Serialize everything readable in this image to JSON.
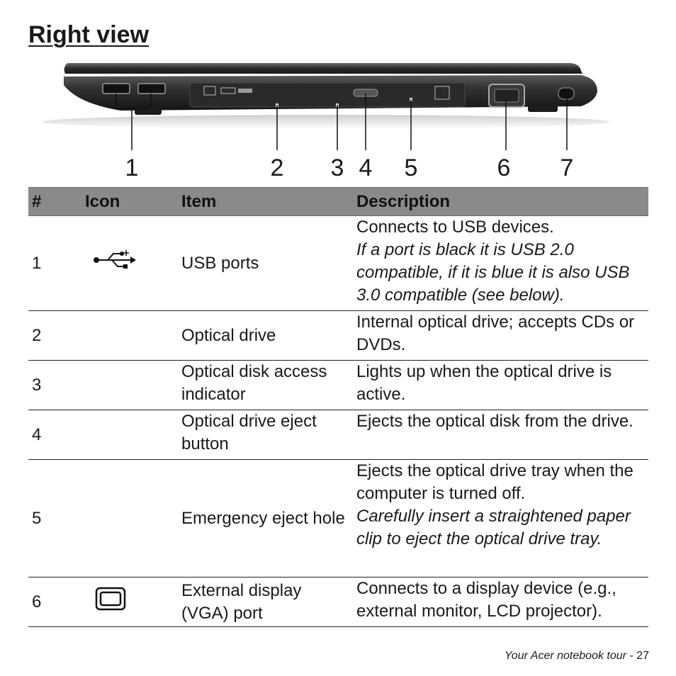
{
  "page_title": "Right view",
  "callouts": [
    "1",
    "2",
    "3",
    "4",
    "5",
    "6",
    "7"
  ],
  "table": {
    "headers": [
      "#",
      "Icon",
      "Item",
      "Description"
    ],
    "rows": [
      {
        "num": "1",
        "icon": "usb-icon",
        "item": "USB ports",
        "desc": "Connects to USB devices.",
        "desc_italic": "If a port is black it is USB 2.0 compatible, if it is blue it is also USB 3.0 compatible (see below)."
      },
      {
        "num": "2",
        "icon": "",
        "item": "Optical drive",
        "desc": "Internal optical drive; accepts CDs or DVDs.",
        "desc_italic": ""
      },
      {
        "num": "3",
        "icon": "",
        "item": "Optical disk access indicator",
        "desc": "Lights up when the optical drive is active.",
        "desc_italic": ""
      },
      {
        "num": "4",
        "icon": "",
        "item": "Optical drive eject button",
        "desc": "Ejects the optical disk from the drive.",
        "desc_italic": ""
      },
      {
        "num": "5",
        "icon": "",
        "item": "Emergency eject hole",
        "desc": "Ejects the optical drive tray when the computer is turned off.",
        "desc_italic": "Carefully insert a straightened paper clip to eject the optical drive tray."
      },
      {
        "num": "6",
        "icon": "vga-icon",
        "item": "External display (VGA) port",
        "desc": "Connects to a display device (e.g., external monitor, LCD projector).",
        "desc_italic": ""
      }
    ]
  },
  "footer": {
    "text": "Your Acer notebook tour -",
    "page": "27"
  }
}
